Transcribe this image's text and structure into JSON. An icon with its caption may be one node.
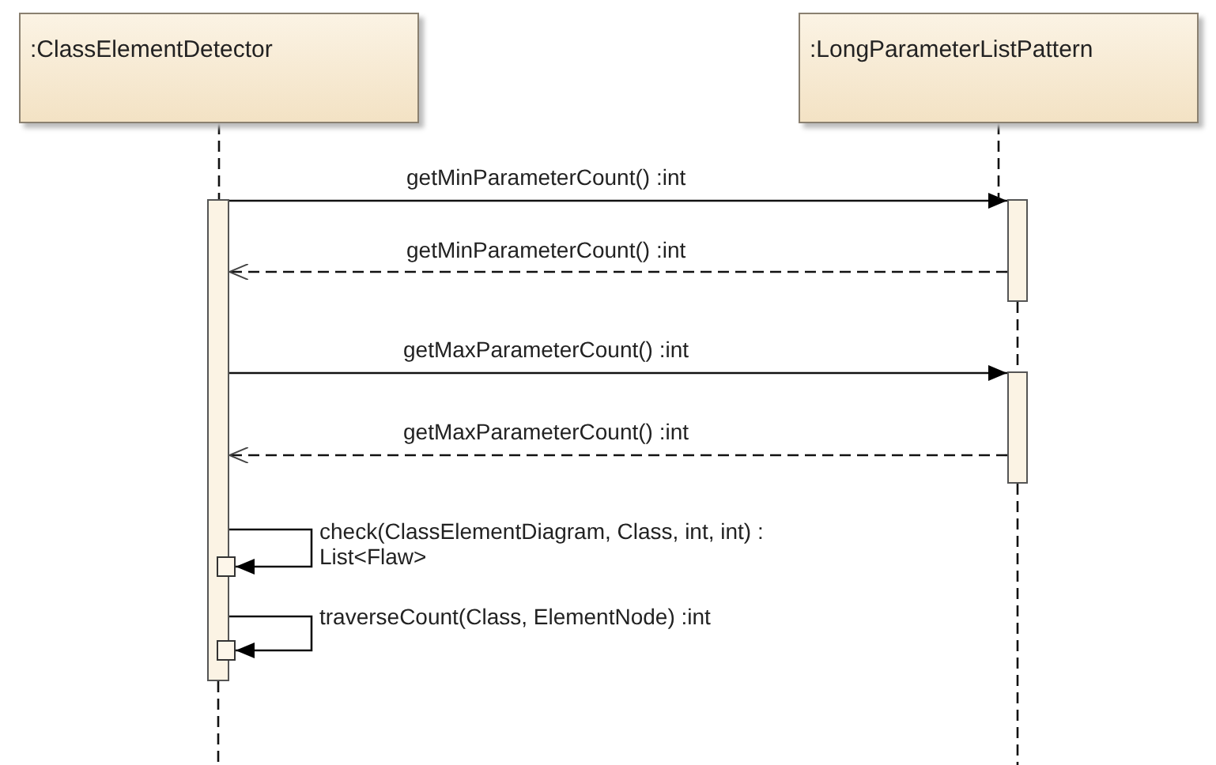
{
  "diagram": {
    "nodes": [
      {
        "text": [
          ":ClassElementDetector"
        ]
      },
      {
        "text": [
          ":LongParameterListPattern"
        ]
      },
      {
        "text": [],
        "shape": "bar"
      },
      {
        "text": [],
        "shape": "bar"
      },
      {
        "text": [],
        "shape": "bar"
      },
      {
        "text": [],
        "shape": "box"
      },
      {
        "text": [],
        "shape": "box"
      }
    ],
    "edges": [
      {
        "from": 2,
        "to": 3,
        "arrow": "to",
        "label": "getMinParameterCount() :int"
      },
      {
        "from": 3,
        "to": 2,
        "arrow": "to",
        "style": "dashed",
        "label": "getMinParameterCount() :int"
      },
      {
        "from": 2,
        "to": 4,
        "arrow": "to",
        "label": "getMaxParameterCount() :int"
      },
      {
        "from": 4,
        "to": 2,
        "arrow": "to",
        "style": "dashed",
        "label": "getMaxParameterCount() :int"
      },
      {
        "from": 2,
        "to": 5,
        "arrow": "to",
        "label": "check(ClassElementDiagram, Class, int, int) : List<Flaw>"
      },
      {
        "from": 2,
        "to": 6,
        "arrow": "to",
        "label": "traverseCount(Class, ElementNode) :int"
      },
      {
        "from": 0,
        "to": 2,
        "arrow": "none",
        "style": "dashed"
      },
      {
        "from": 2,
        "to": null,
        "arrow": "none",
        "style": "dashed"
      },
      {
        "from": 1,
        "to": 3,
        "arrow": "none",
        "style": "dashed"
      },
      {
        "from": 3,
        "to": 4,
        "arrow": "none",
        "style": "dashed"
      },
      {
        "from": 4,
        "to": null,
        "arrow": "none",
        "style": "dashed"
      }
    ]
  }
}
